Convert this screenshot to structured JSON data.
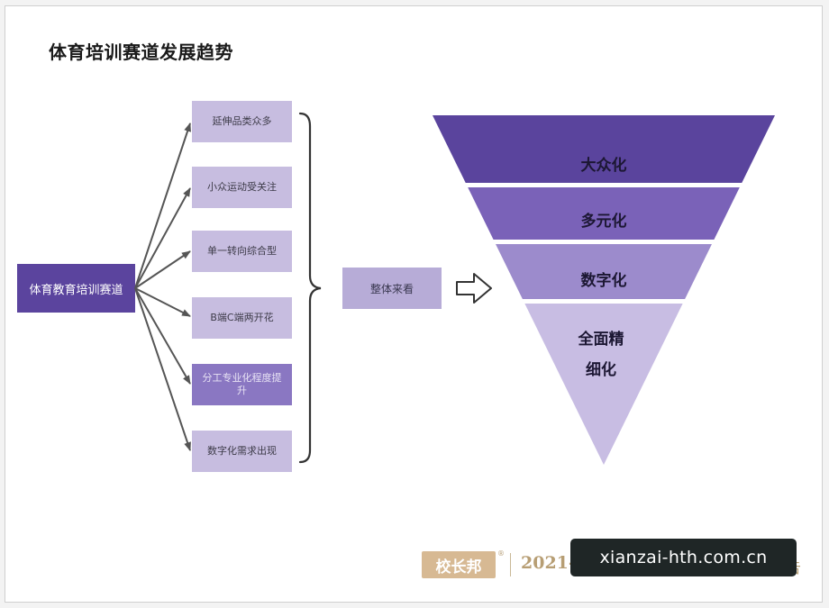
{
  "title": "体育培训赛道发展趋势",
  "source": {
    "label": "体育教育培训赛道"
  },
  "items": [
    {
      "label": "延伸品类众多",
      "style": "light"
    },
    {
      "label": "小众运动受关注",
      "style": "light"
    },
    {
      "label": "单一转向综合型",
      "style": "light"
    },
    {
      "label": "B端C端两开花",
      "style": "light"
    },
    {
      "label": "分工专业化程度提升",
      "style": "dark"
    },
    {
      "label": "数字化需求出现",
      "style": "light"
    }
  ],
  "overall": {
    "label": "整体来看"
  },
  "funnel": [
    {
      "label": "大众化",
      "color": "#5a449d"
    },
    {
      "label": "多元化",
      "color": "#7a62b8"
    },
    {
      "label": "数字化",
      "color": "#9c8bcc"
    },
    {
      "label": "全面精细化",
      "color": "#c8bde3"
    }
  ],
  "colors": {
    "source_box": "#5b449e",
    "overall_box": "#b7acd7",
    "arrow_line": "#555555",
    "logo_bg": "#d7b993"
  },
  "watermark": {
    "logo": "校长邦",
    "registered": "®",
    "year": "2021—",
    "tail": "告"
  },
  "site_badge": {
    "text": "xianzai-hth.com.cn"
  }
}
